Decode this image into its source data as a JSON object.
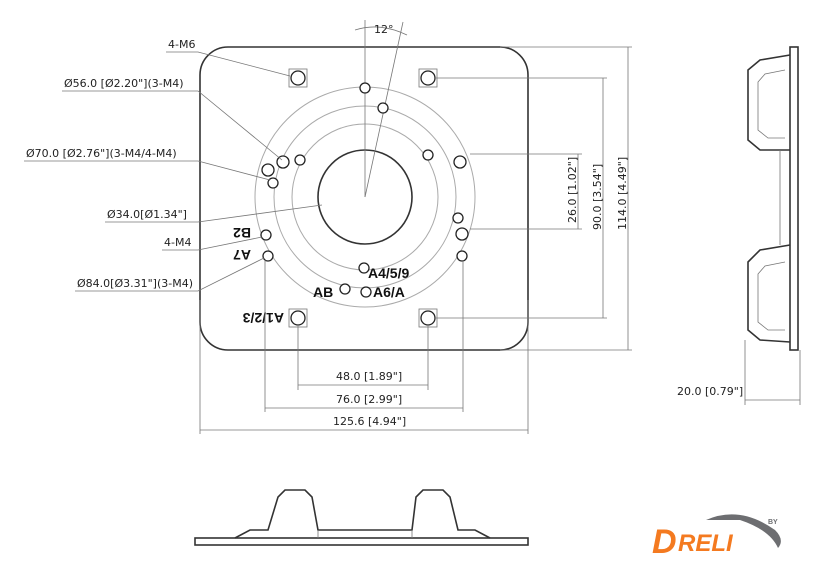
{
  "drawing": {
    "angle_label": "12°",
    "callouts": {
      "m6": "4-M6",
      "d56": "Ø56.0 [Ø2.20\"](3-M4)",
      "d70": "Ø70.0 [Ø2.76\"](3-M4/4-M4)",
      "d34": "Ø34.0[Ø1.34\"]",
      "m4": "4-M4",
      "d84": "Ø84.0[Ø3.31\"](3-M4)"
    },
    "hole_labels": {
      "a459": "A4/5/9",
      "a6a": "A6/A",
      "ab": "AB",
      "a123": "A1/2/3",
      "a7": "A7",
      "b2": "B2"
    },
    "dimensions": {
      "d48": "48.0 [1.89\"]",
      "d76": "76.0 [2.99\"]",
      "d125": "125.6 [4.94\"]",
      "d26": "26.0 [1.02\"]",
      "d90": "90.0 [3.54\"]",
      "d114": "114.0 [4.49\"]",
      "d20": "20.0 [0.79\"]"
    }
  },
  "logo": {
    "text": "DRELI",
    "by": "BY",
    "colors": {
      "orange": "#f47a20",
      "gray": "#6d6e71"
    }
  }
}
